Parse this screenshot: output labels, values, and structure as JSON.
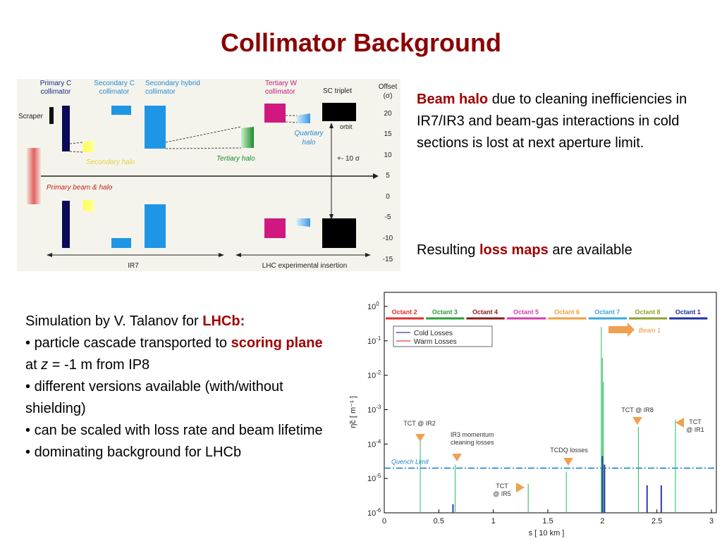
{
  "slide": {
    "title": "Collimator Background",
    "right_text": {
      "beam_halo": "Beam halo",
      "beam_halo_rest": " due to cleaning inefficiencies in IR7/IR3 and beam-gas interactions in cold sections is lost at next aperture limit.",
      "resulting": "Resulting ",
      "loss_maps": "loss maps",
      "available": " are available"
    },
    "left_text": {
      "sim_by": "Simulation by V. Talanov for ",
      "lhcb": "LHCb:",
      "b1_pre": "particle cascade transported to ",
      "b1_hl": "scoring plane",
      "b1_mid": " at ",
      "b1_z": "z",
      "b1_post": " = -1 m from IP8",
      "b2": "different versions available (with/without shielding)",
      "b3": "can be scaled with loss rate and beam lifetime",
      "b4": "dominating background for LHCb"
    }
  },
  "diagram": {
    "labels": {
      "primary_c": [
        "Primary C",
        "collimator"
      ],
      "secondary_c": [
        "Secondary C",
        "collimator"
      ],
      "secondary_hybrid": [
        "Secondary hybrid",
        "collimator"
      ],
      "tertiary_w": [
        "Tertiary W",
        "collimator"
      ],
      "sc_triplet": "SC triplet",
      "offset": [
        "Offset",
        "(σ)"
      ],
      "scraper": "Scraper",
      "orbit": "orbit",
      "quartiary_halo": [
        "Quartiary",
        "halo"
      ],
      "tertiary_halo": "Tertiary halo",
      "secondary_halo": "Secondary halo",
      "pm10": "+- 10 σ",
      "primary_beam": "Primary beam & halo",
      "ir7": "IR7",
      "lhc_insertion": "LHC experimental insertion"
    },
    "offset_ticks": [
      "20",
      "15",
      "10",
      "5",
      "0",
      "-5",
      "-10",
      "-15"
    ]
  },
  "chart_data": {
    "type": "line",
    "xlabel": "s [ 10 km ]",
    "ylabel": "η̃c [ m⁻¹ ]",
    "xlim": [
      0,
      3
    ],
    "ylim_log10": [
      -6,
      0
    ],
    "x_ticks": [
      "0",
      "0.5",
      "1",
      "1.5",
      "2",
      "2.5",
      "3"
    ],
    "y_ticks": [
      {
        "base": "10",
        "exp": "0"
      },
      {
        "base": "10",
        "exp": "-1"
      },
      {
        "base": "10",
        "exp": "-2"
      },
      {
        "base": "10",
        "exp": "-3"
      },
      {
        "base": "10",
        "exp": "-4"
      },
      {
        "base": "10",
        "exp": "-5"
      },
      {
        "base": "10",
        "exp": "-6"
      }
    ],
    "octants": [
      {
        "label": "Octant  2",
        "color": "#e0302a",
        "start": 0.0,
        "end": 0.37
      },
      {
        "label": "Octant  3",
        "color": "#2a9d3a",
        "start": 0.37,
        "end": 0.74
      },
      {
        "label": "Octant  4",
        "color": "#8b1a1a",
        "start": 0.74,
        "end": 1.11
      },
      {
        "label": "Octant  5",
        "color": "#d63fb0",
        "start": 1.11,
        "end": 1.49
      },
      {
        "label": "Octant  6",
        "color": "#f0a040",
        "start": 1.49,
        "end": 1.86
      },
      {
        "label": "Octant  7",
        "color": "#3aa8d8",
        "start": 1.86,
        "end": 2.23
      },
      {
        "label": "Octant  8",
        "color": "#90a030",
        "start": 2.23,
        "end": 2.6
      },
      {
        "label": "Octant  1",
        "color": "#2030a0",
        "start": 2.6,
        "end": 2.97
      }
    ],
    "legend": [
      {
        "name": "Cold Losses",
        "color": "#2b3fa6"
      },
      {
        "name": "Warm Losses",
        "color": "#d84040"
      }
    ],
    "beam_label": "Beam 1",
    "quench_label": "Quench Limit",
    "quench_level_log10": -4.7,
    "annotations": [
      {
        "text": [
          "TCT @ IR2"
        ]
      },
      {
        "text": [
          "IR3 momentum",
          "cleaning losses"
        ]
      },
      {
        "text": [
          "TCT",
          "@ IR5"
        ]
      },
      {
        "text": [
          "TCDQ losses"
        ]
      },
      {
        "text": [
          "TCT @ IR8"
        ]
      },
      {
        "text": [
          "TCT",
          "@ IR1"
        ]
      }
    ],
    "warm_spikes": [
      {
        "x": 0.33,
        "log10": -3.8
      },
      {
        "x": 0.65,
        "log10": -4.6
      },
      {
        "x": 1.32,
        "log10": -5.15
      },
      {
        "x": 1.67,
        "log10": -4.8
      },
      {
        "x": 1.99,
        "log10": -0.6
      },
      {
        "x": 2.0,
        "log10": -1.5
      },
      {
        "x": 2.01,
        "log10": -2.2
      },
      {
        "x": 2.33,
        "log10": -3.5
      },
      {
        "x": 2.67,
        "log10": -3.3
      }
    ],
    "cold_spikes": [
      {
        "x": 0.63,
        "log10": -5.75
      },
      {
        "x": 2.0,
        "log10": -4.35
      },
      {
        "x": 2.02,
        "log10": -4.6
      },
      {
        "x": 2.41,
        "log10": -5.2
      },
      {
        "x": 2.54,
        "log10": -5.2
      }
    ]
  }
}
